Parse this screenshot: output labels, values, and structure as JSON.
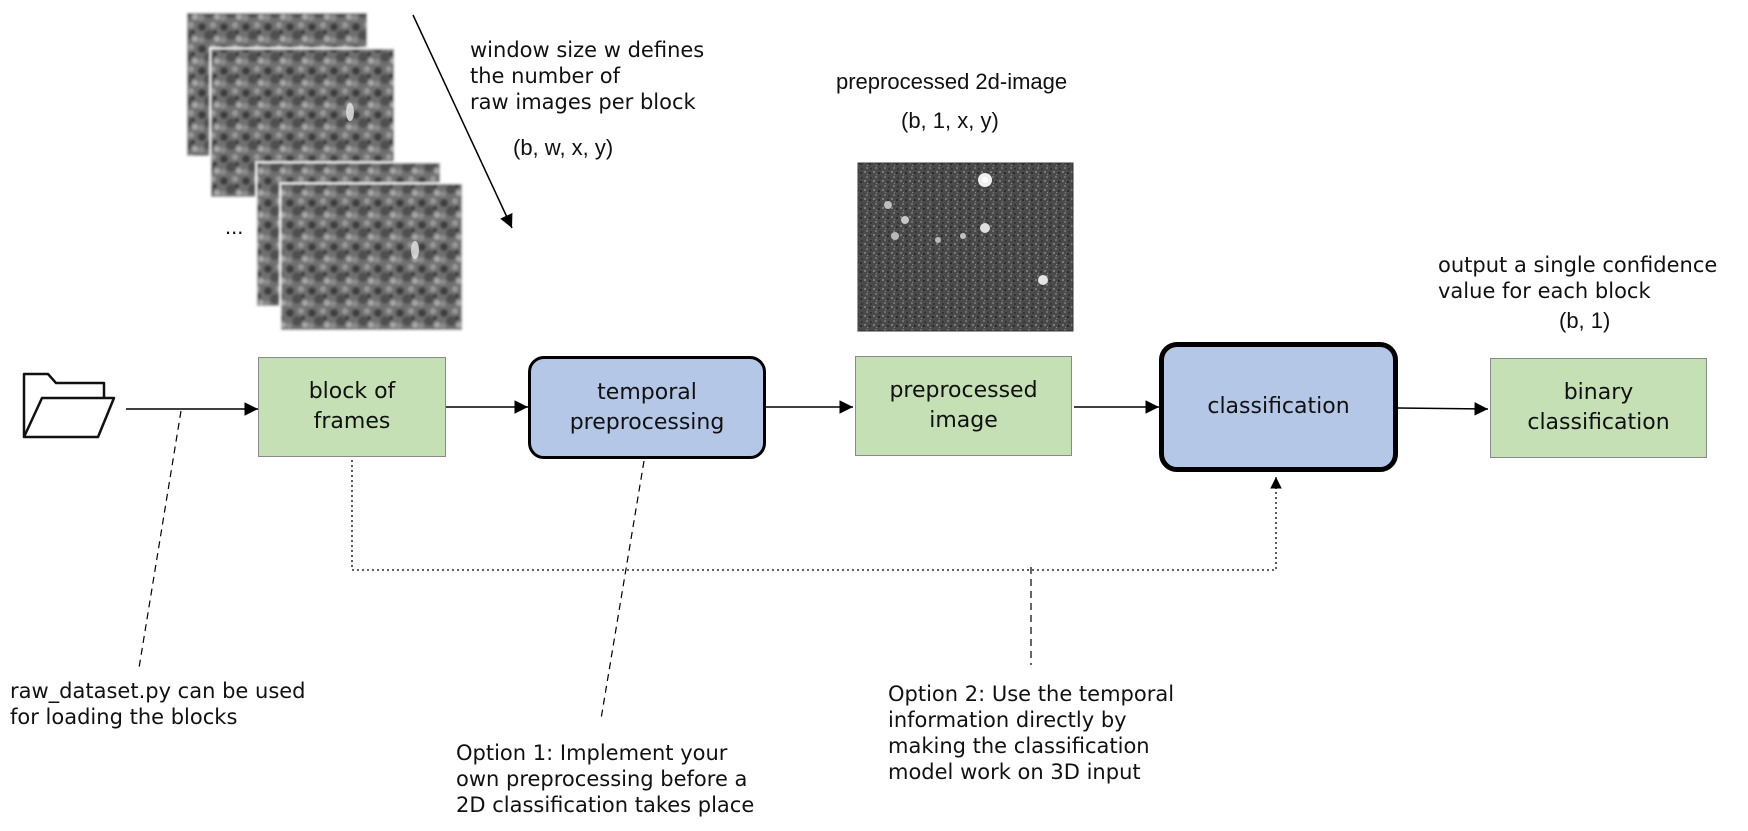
{
  "annotations": {
    "window_size": "window size w defines\nthe number of\nraw images per block",
    "shape_block": "(b, w, x, y)",
    "ellipsis": "...",
    "preprocessed_title": "preprocessed 2d-image",
    "shape_preprocessed": "(b, 1, x, y)",
    "output_title": "output a single confidence\nvalue for each block",
    "shape_output": "(b, 1)",
    "raw_dataset_note": "raw_dataset.py can be used\nfor loading the blocks",
    "option1": "Option 1: Implement your\nown preprocessing before a\n2D classification takes place",
    "option2": "Option 2: Use the temporal\ninformation directly by\nmaking the classification\nmodel work on 3D input"
  },
  "nodes": {
    "block_of_frames": "block of\nframes",
    "temporal_preprocessing": "temporal\npreprocessing",
    "preprocessed_image": "preprocessed\nimage",
    "classification": "classification",
    "binary_classification": "binary\nclassification"
  },
  "icons": {
    "folder": "folder-icon",
    "frame_stack": "raw-frames-image",
    "preprocessed": "preprocessed-image"
  },
  "colors": {
    "green_node": "#c5e0b4",
    "blue_node": "#b4c7e7"
  }
}
